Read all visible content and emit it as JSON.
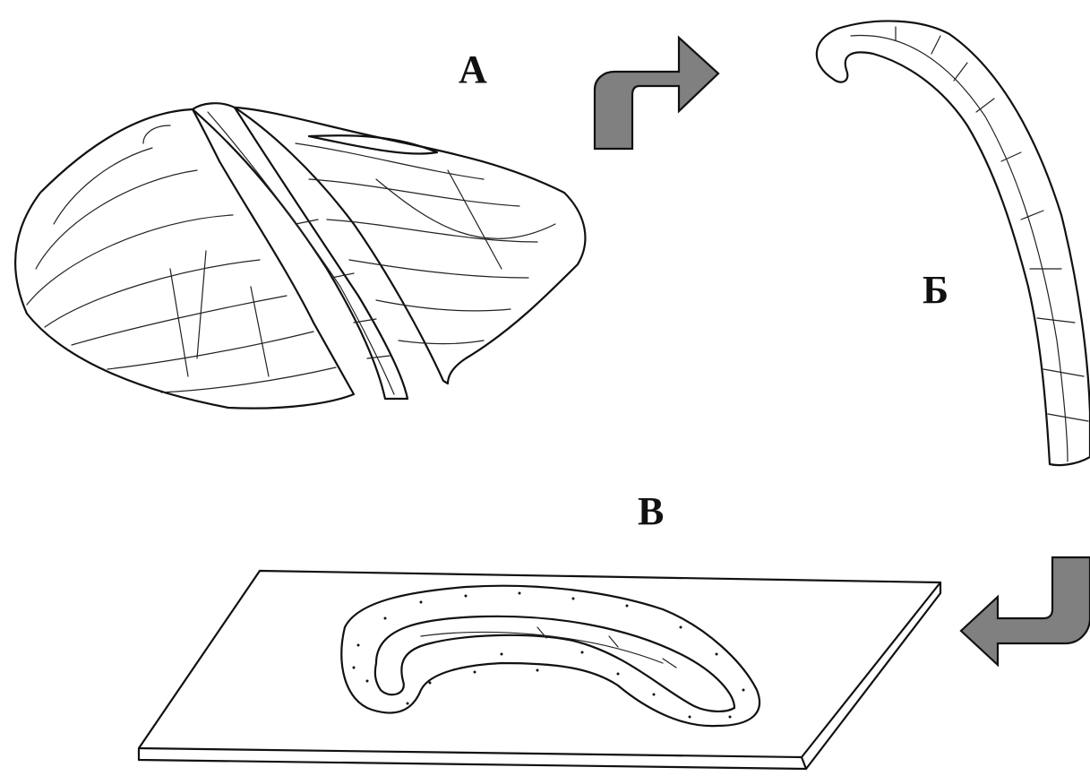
{
  "labels": {
    "a": "А",
    "b": "Б",
    "v": "В"
  },
  "colors": {
    "ink": "#111111",
    "arrow_fill": "#808080",
    "background": "#ffffff"
  },
  "icons": {
    "step1": "curved-arrow-right-icon",
    "step2": "curved-arrow-left-icon"
  }
}
